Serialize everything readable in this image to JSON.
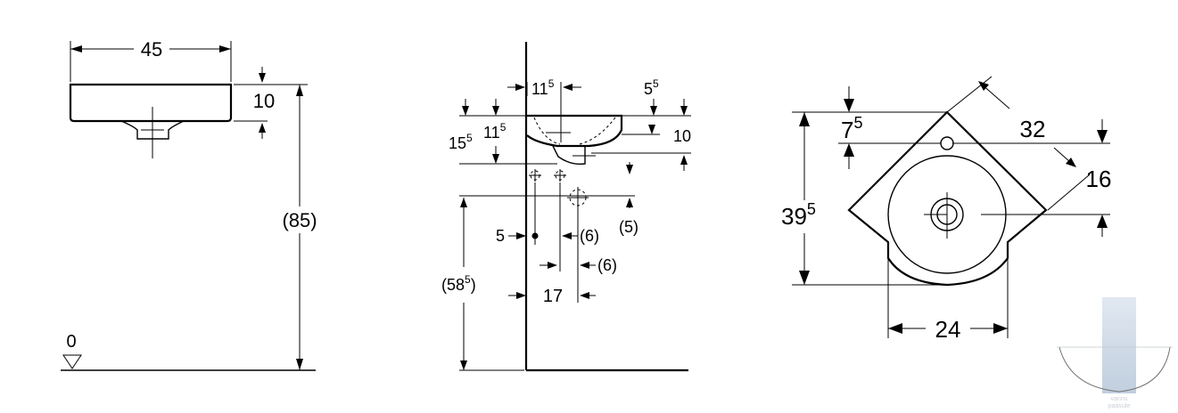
{
  "front_view": {
    "width": "45",
    "height": "10",
    "mounting_height": "(85)",
    "floor_level": "0"
  },
  "side_view": {
    "dim_11_5_top": "11",
    "dim_11_5_top_sup": "5",
    "dim_5_5": "5",
    "dim_5_5_sup": "5",
    "dim_15_5": "15",
    "dim_15_5_sup": "5",
    "dim_11_5_left": "11",
    "dim_11_5_left_sup": "5",
    "dim_10": "10",
    "dim_5_paren": "(5)",
    "dim_58_5": "(58",
    "dim_58_5_sup": "5",
    "dim_58_5_close": ")",
    "dim_5": "5",
    "dim_6_a": "(6)",
    "dim_6_b": "(6)",
    "dim_17": "17"
  },
  "top_view": {
    "dim_7_5": "7",
    "dim_7_5_sup": "5",
    "dim_32": "32",
    "dim_16": "16",
    "dim_39_5": "39",
    "dim_39_5_sup": "5",
    "dim_24": "24"
  },
  "watermark": {
    "line1": "vannu",
    "line2": "paasule"
  }
}
